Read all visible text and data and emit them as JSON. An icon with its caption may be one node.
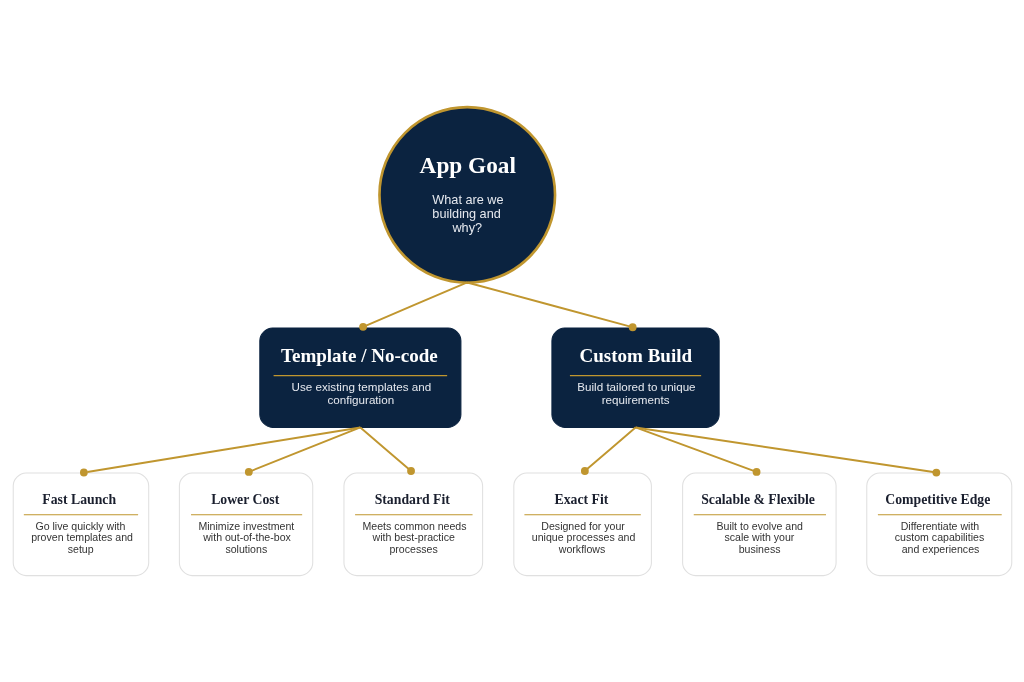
{
  "diagram": {
    "nodes": [
      {
        "text": [
          "App Goal",
          "What are we building and why?"
        ]
      },
      {
        "text": [
          "Template / No-code",
          "Use existing templates and configuration"
        ]
      },
      {
        "text": [
          "Custom Build",
          "Build tailored to unique requirements"
        ]
      },
      {
        "text": [
          "Fast Launch",
          "Go live quickly with proven templates and setup"
        ]
      },
      {
        "text": [
          "Lower Cost",
          "Minimize investment with out-of-the-box solutions"
        ]
      },
      {
        "text": [
          "Standard Fit",
          "Meets common needs with best-practice processes"
        ]
      },
      {
        "text": [
          "Exact Fit",
          "Designed for your unique processes and workflows"
        ]
      },
      {
        "text": [
          "Scalable & Flexible",
          "Built to evolve and scale with your business"
        ]
      },
      {
        "text": [
          "Competitive Edge",
          "Differentiate with custom capabilities and experiences"
        ]
      }
    ],
    "edges": [
      {
        "from": 0,
        "to": 1,
        "arrow": "other"
      },
      {
        "from": 0,
        "to": 2,
        "arrow": "other"
      },
      {
        "from": 1,
        "to": 3,
        "arrow": "other"
      },
      {
        "from": 1,
        "to": 4,
        "arrow": "other"
      },
      {
        "from": 1,
        "to": 5,
        "arrow": "other"
      },
      {
        "from": 2,
        "to": 6,
        "arrow": "other"
      },
      {
        "from": 2,
        "to": 7,
        "arrow": "other"
      },
      {
        "from": 2,
        "to": 8,
        "arrow": "other"
      }
    ]
  }
}
